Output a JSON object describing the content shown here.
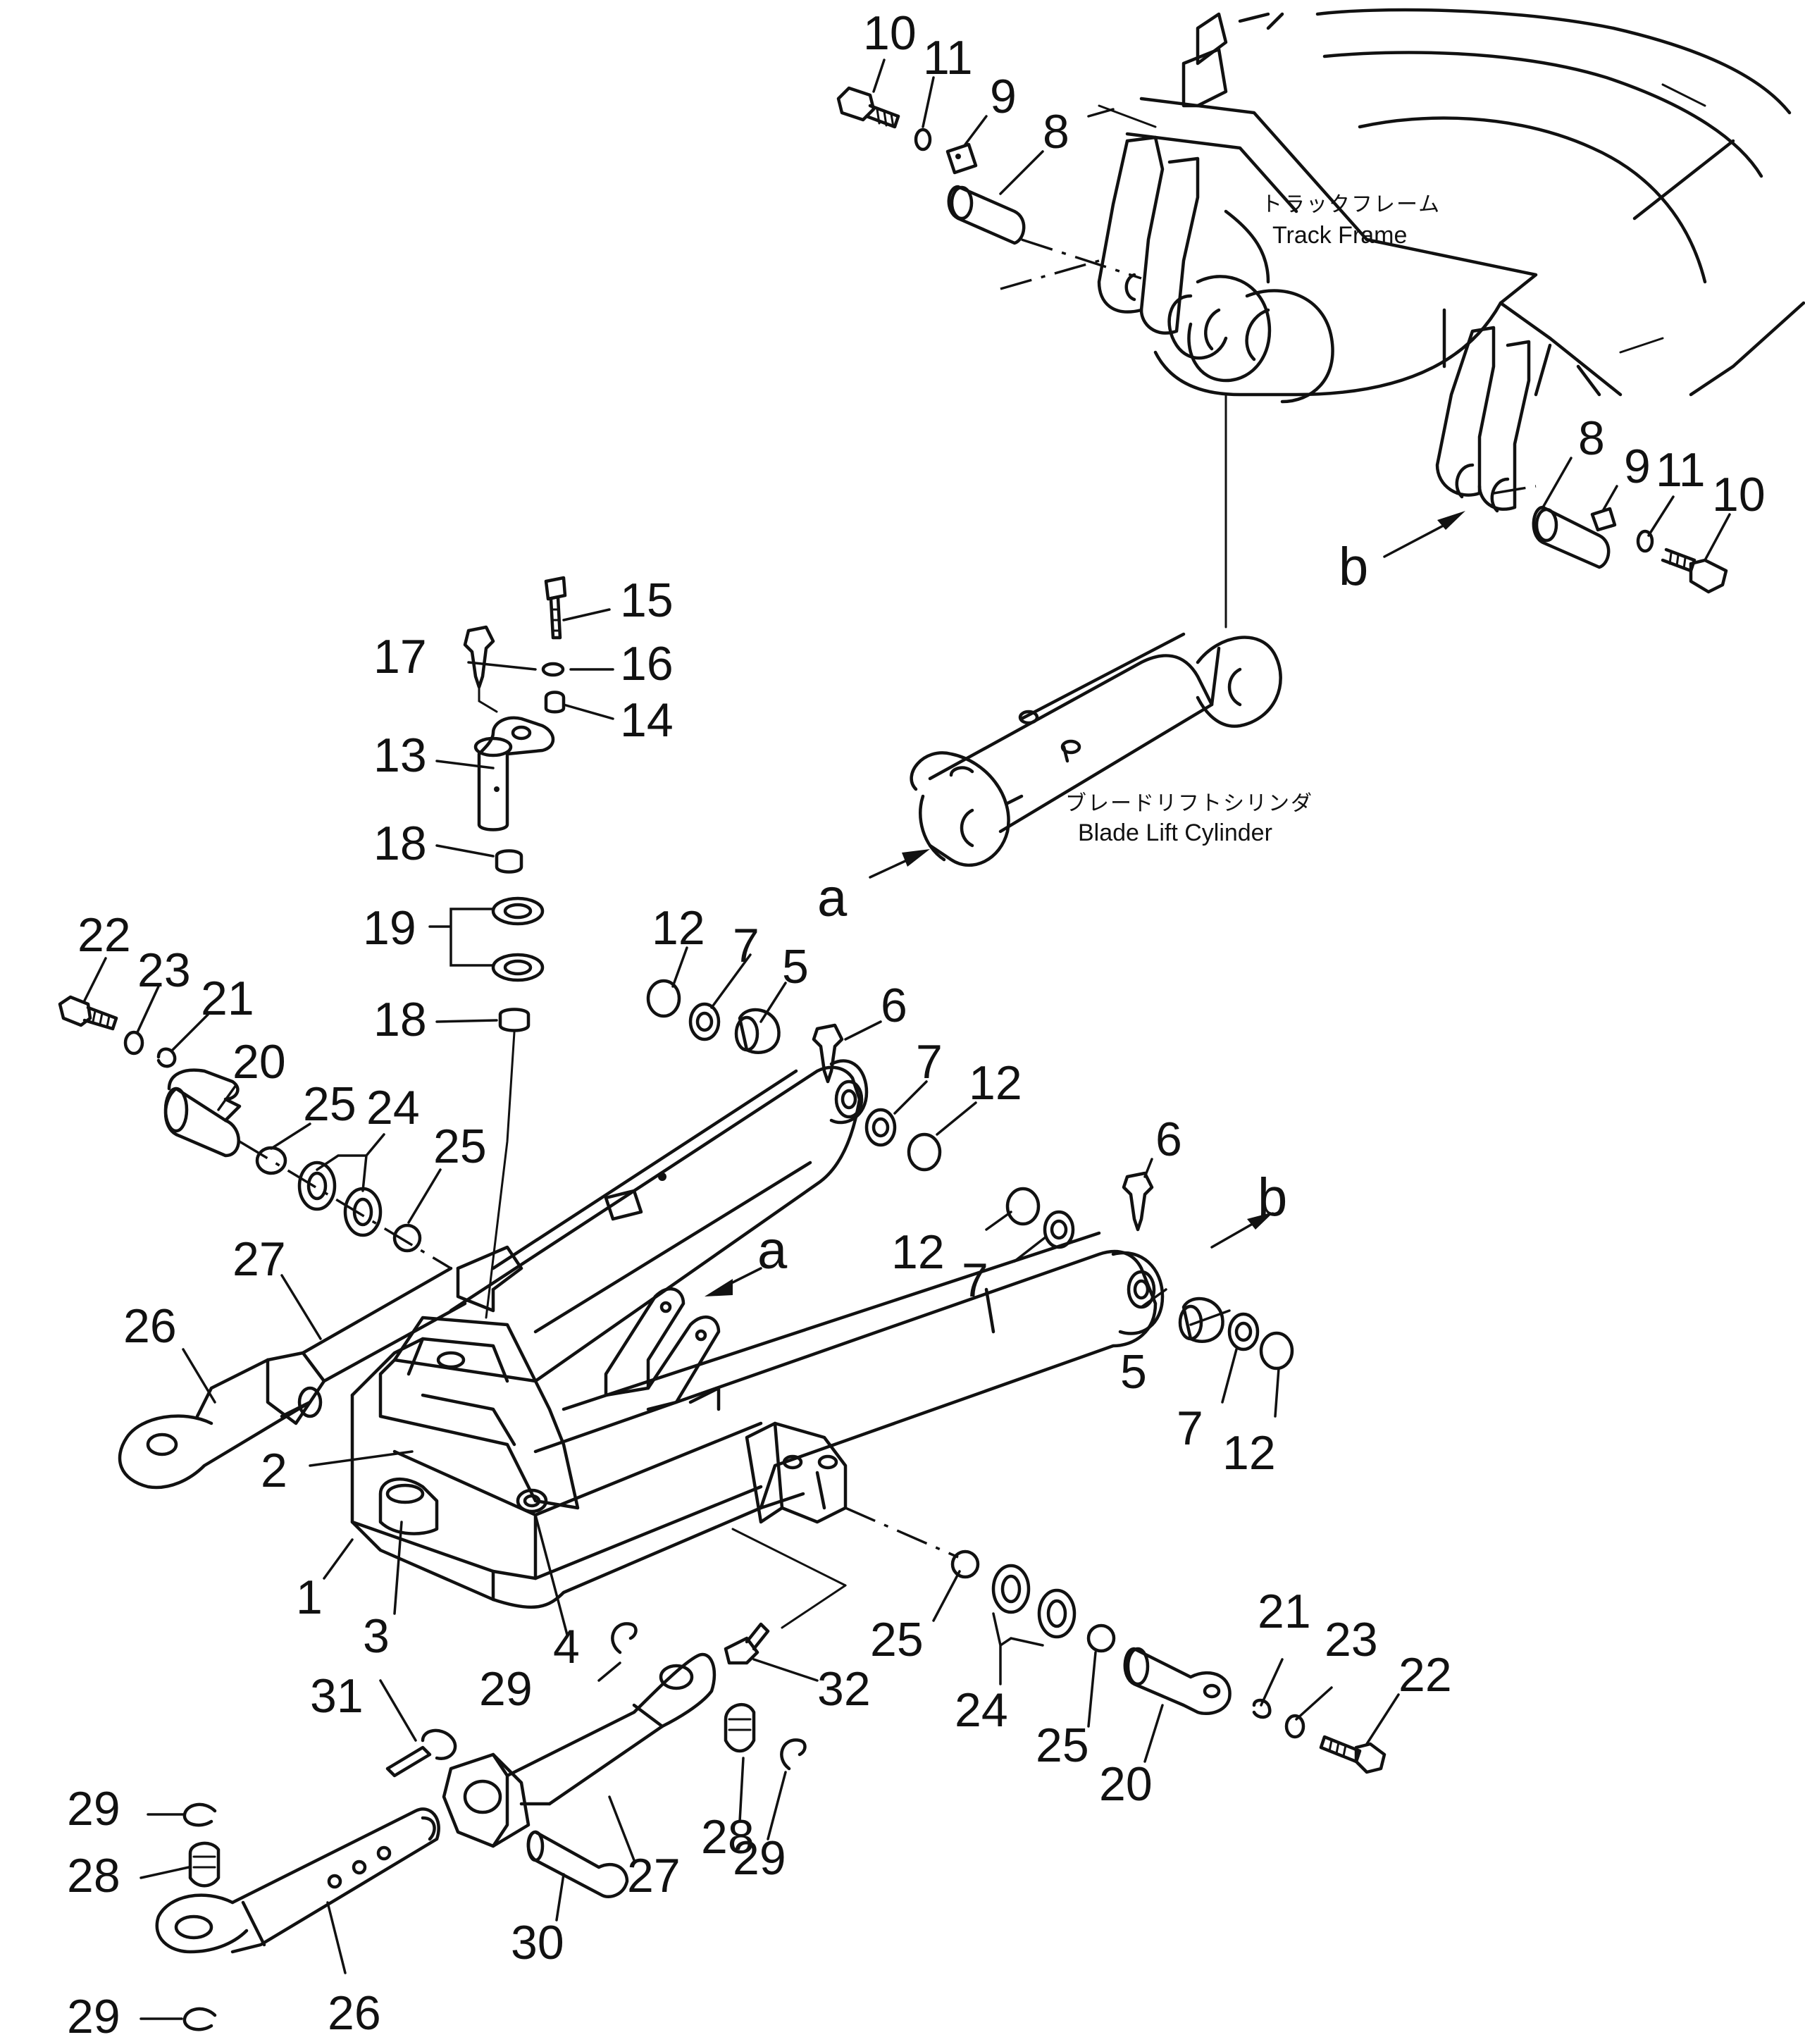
{
  "diagram": {
    "type": "exploded parts diagram",
    "labels": {
      "track_frame_ja": "トラックフレーム",
      "track_frame_en": "Track Frame",
      "blade_lift_cylinder_ja": "ブレードリフトシリンダ",
      "blade_lift_cylinder_en": "Blade Lift Cylinder"
    },
    "view_letters": [
      "a",
      "a",
      "b",
      "b"
    ],
    "part_callouts": [
      "10",
      "11",
      "9",
      "8",
      "8",
      "9",
      "11",
      "10",
      "15",
      "16",
      "17",
      "14",
      "13",
      "18",
      "19",
      "18",
      "22",
      "23",
      "21",
      "20",
      "25",
      "24",
      "25",
      "12",
      "7",
      "5",
      "6",
      "7",
      "12",
      "6",
      "12",
      "7",
      "5",
      "7",
      "12",
      "27",
      "26",
      "2",
      "1",
      "3",
      "4",
      "29",
      "32",
      "25",
      "24",
      "25",
      "20",
      "21",
      "23",
      "22",
      "31",
      "29",
      "28",
      "27",
      "28",
      "29",
      "30",
      "29",
      "26"
    ]
  }
}
